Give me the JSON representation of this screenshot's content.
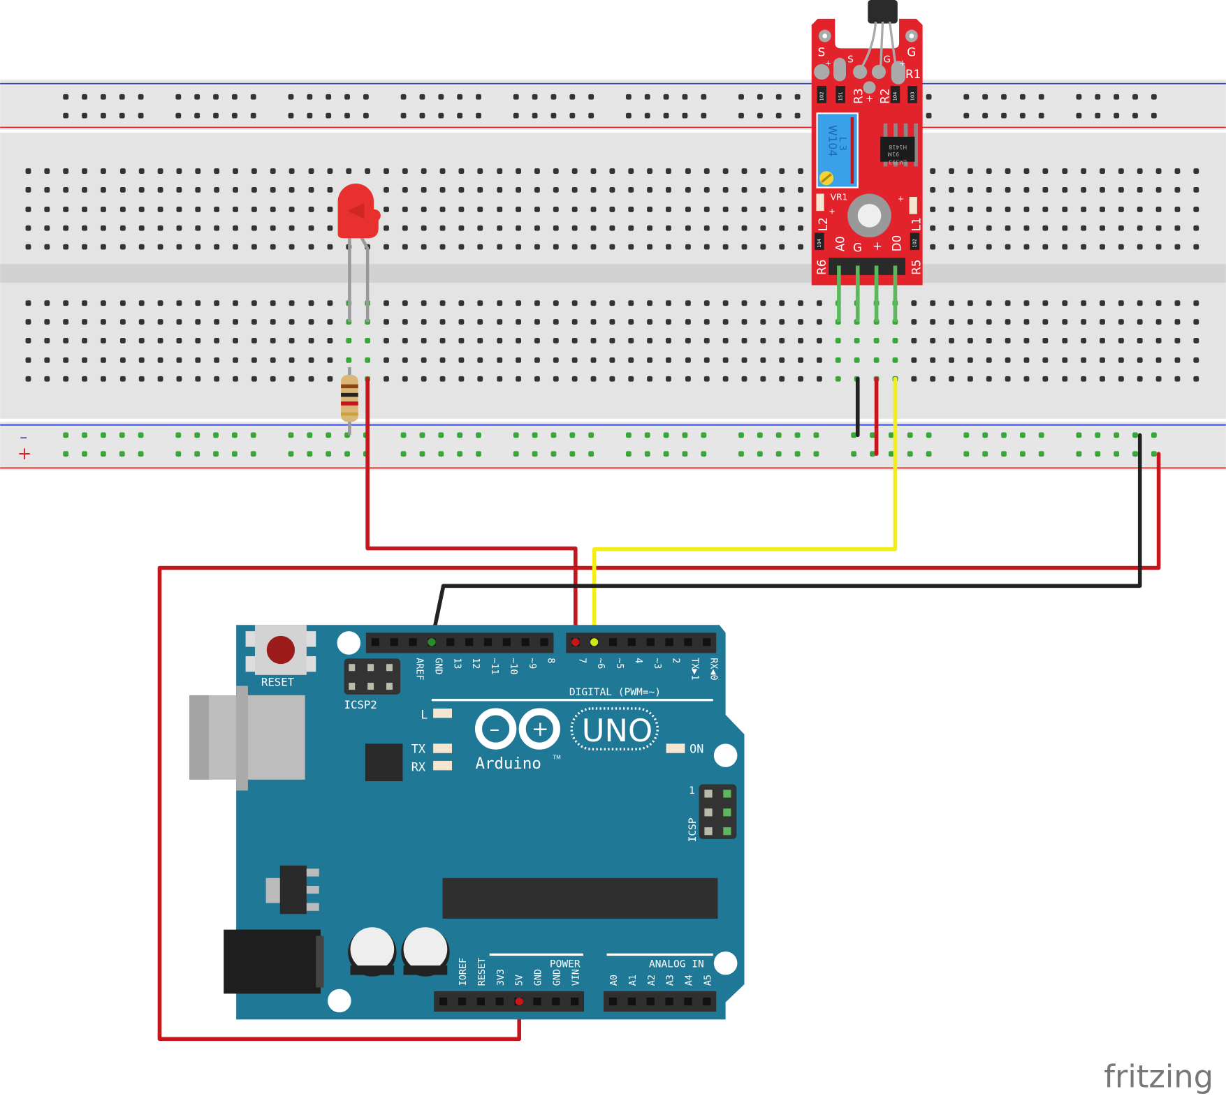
{
  "breadboard": {
    "rail_minus": "–",
    "rail_plus": "+"
  },
  "sensor": {
    "top_labels": {
      "s_left": "S",
      "plus_left": "+",
      "s_inner": "S",
      "g_inner": "G",
      "g_right": "G",
      "plus_right": "+"
    },
    "refs": {
      "r1": "R1",
      "r2": "R2",
      "r3": "R3",
      "r5": "R5",
      "r6": "R6",
      "vr1": "VR1",
      "l1": "L1",
      "l2": "L2",
      "plus_center": "+",
      "plus_l2": "+",
      "plus_l1": "+"
    },
    "resistor_codes": [
      "102",
      "151",
      "104",
      "103",
      "104",
      "102"
    ],
    "pot_text": [
      "W104",
      "L 3"
    ],
    "chip_text": [
      "LM393",
      "91M",
      "H1418"
    ],
    "pins": [
      "A0",
      "G",
      "+",
      "D0"
    ]
  },
  "arduino": {
    "reset": "RESET",
    "icsp2": "ICSP2",
    "digital_pins": [
      "AREF",
      "GND",
      "13",
      "12",
      "~11",
      "~10",
      "~9",
      "8",
      "7",
      "~6",
      "~5",
      "4",
      "~3",
      "2",
      "TX▶1",
      "RX◀0"
    ],
    "digital_label": "DIGITAL (PWM=~)",
    "led_l": "L",
    "led_tx": "TX",
    "led_rx": "RX",
    "led_on": "ON",
    "model": "UNO",
    "brand": "Arduino",
    "tm": "TM",
    "icsp": "ICSP",
    "icsp_pin1": "1",
    "power_pins": [
      "IOREF",
      "RESET",
      "3V3",
      "5V",
      "GND",
      "GND",
      "VIN"
    ],
    "power_label": "POWER",
    "analog_pins": [
      "A0",
      "A1",
      "A2",
      "A3",
      "A4",
      "A5"
    ],
    "analog_label": "ANALOG IN"
  },
  "colors": {
    "board": "#1f7896",
    "sensor": "#e3232b",
    "wire_red": "#c4161c",
    "wire_black": "#222222",
    "wire_yellow": "#f2ee16",
    "led": "#e8302e",
    "connected": "#3aa63a"
  },
  "watermark": "fritzing"
}
